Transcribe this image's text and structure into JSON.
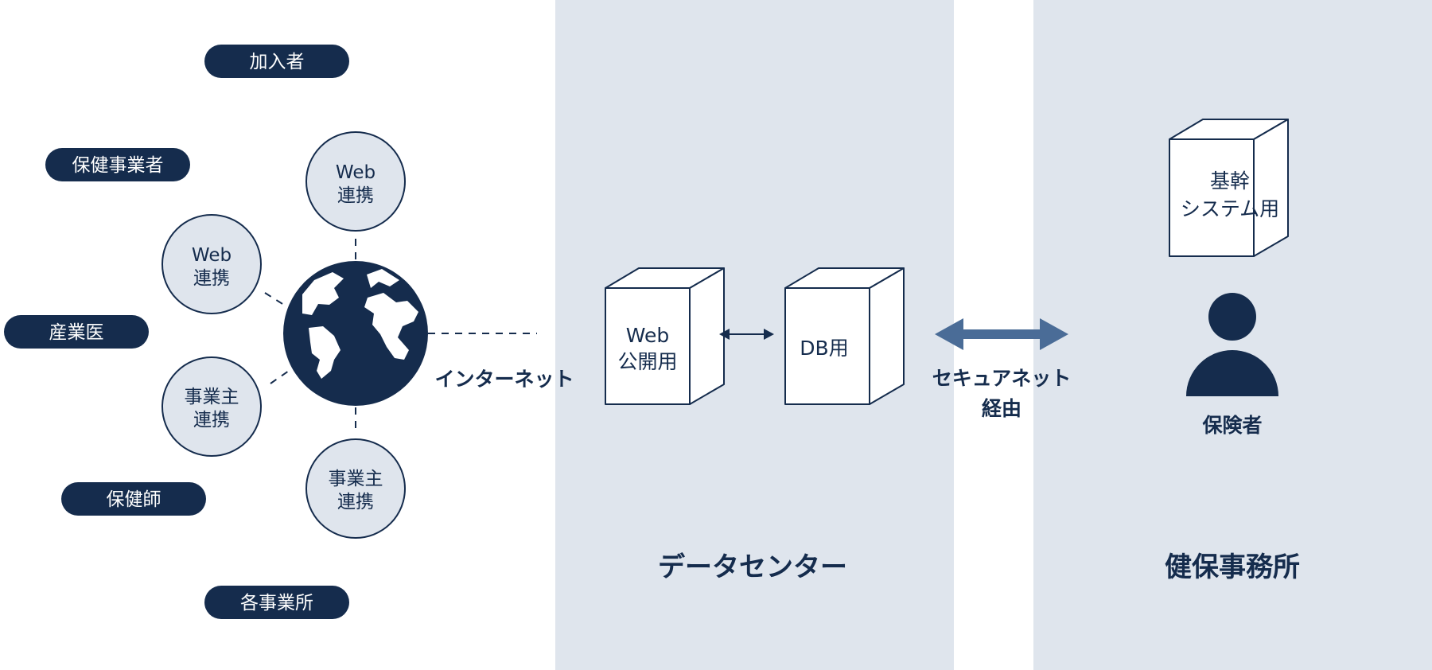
{
  "colors": {
    "navy": "#152c4d",
    "panel": "#dfe5ed",
    "circle_fill": "#dfe5ed",
    "arrow": "#4a6c97",
    "white": "#ffffff"
  },
  "pills": {
    "kanyusha": "加入者",
    "hoken_jigyosha": "保健事業者",
    "sangyoi": "産業医",
    "hokenshi": "保健師",
    "kaku_jigyosho": "各事業所"
  },
  "circles": {
    "web_top": [
      "Web",
      "連携"
    ],
    "web_left": [
      "Web",
      "連携"
    ],
    "employer_left": [
      "事業主",
      "連携"
    ],
    "employer_bottom": [
      "事業主",
      "連携"
    ]
  },
  "labels": {
    "internet": "インターネット",
    "secure_net": [
      "セキュアネット",
      "経由"
    ],
    "datacenter": "データセンター",
    "kenpo_office": "健保事務所",
    "insurer": "保険者"
  },
  "servers": {
    "web_public": [
      "Web",
      "公開用"
    ],
    "db": "DB用",
    "core_system": [
      "基幹",
      "システム用"
    ]
  },
  "icons": {
    "globe": "globe-icon",
    "person": "person-icon"
  }
}
